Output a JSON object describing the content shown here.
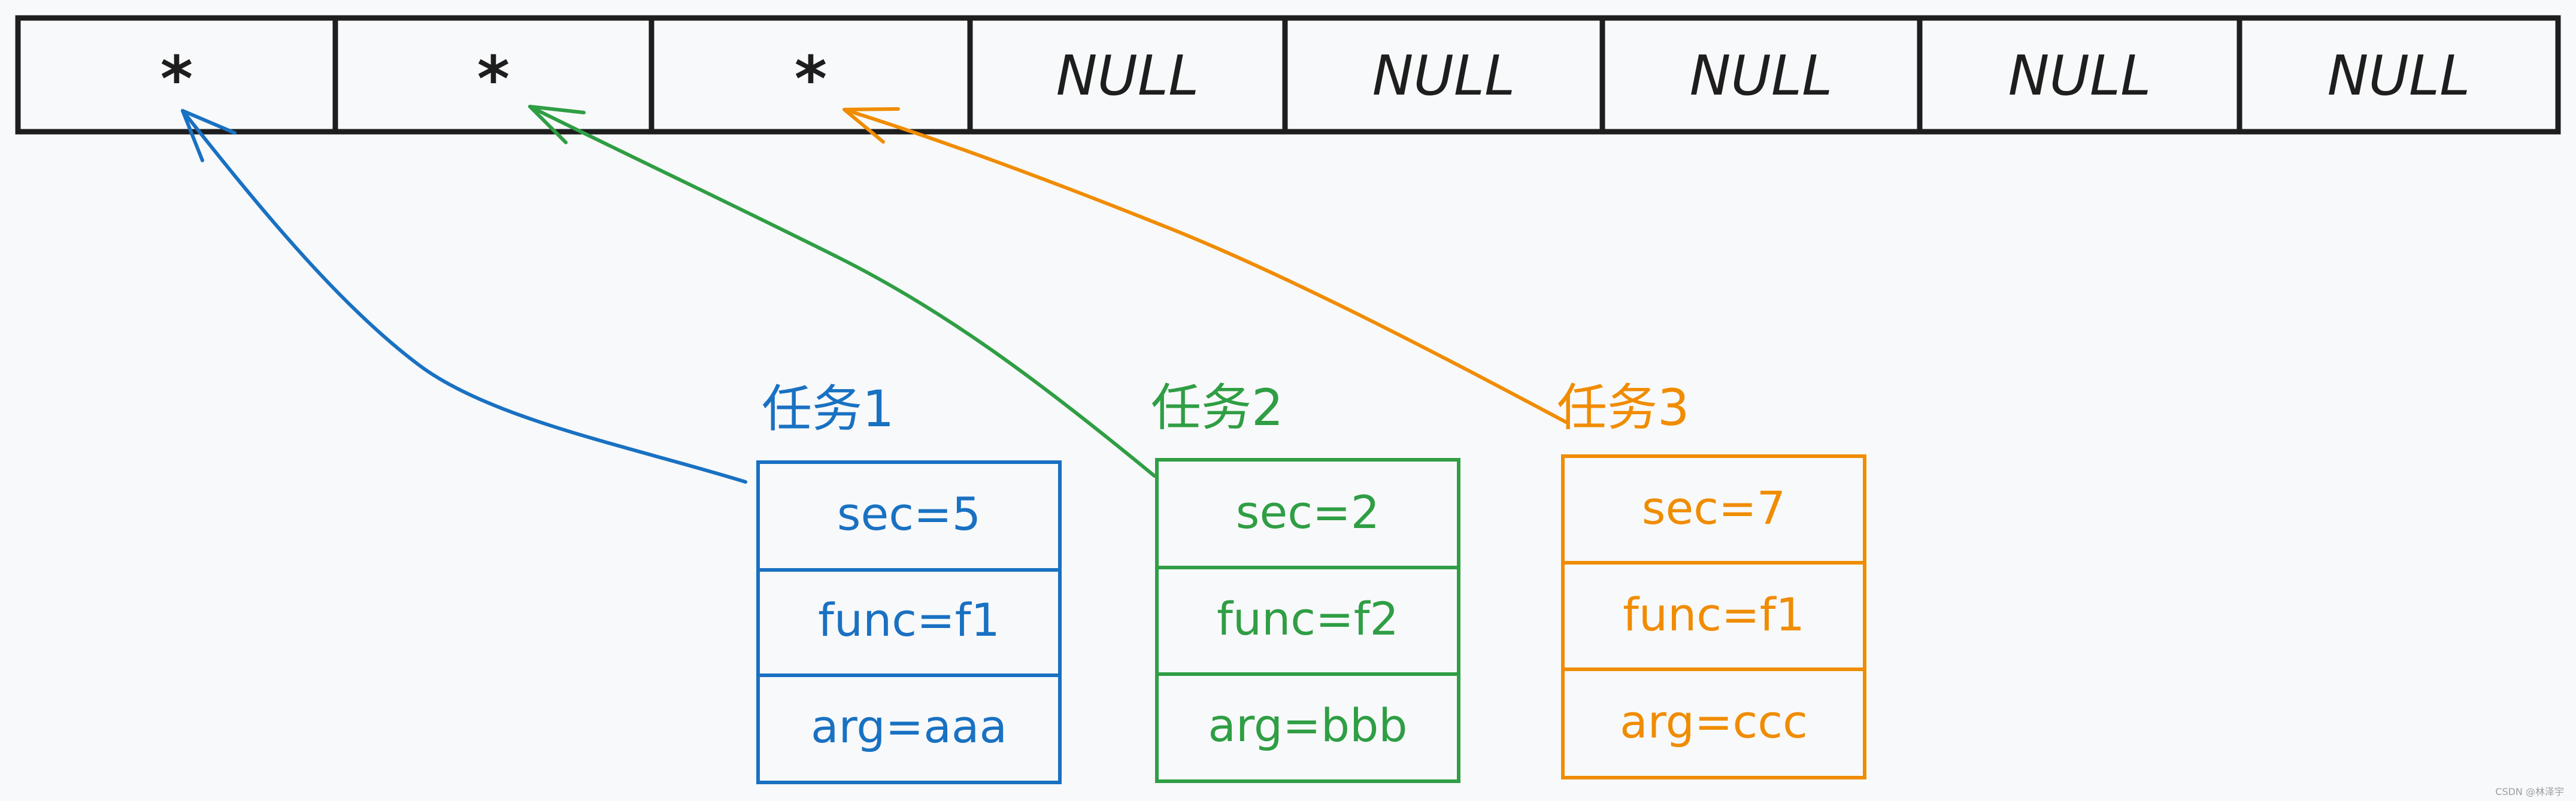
{
  "array": {
    "cells": [
      "*",
      "*",
      "*",
      "NULL",
      "NULL",
      "NULL",
      "NULL",
      "NULL"
    ]
  },
  "colors": {
    "background": "#f8f9fa",
    "array_stroke": "#1e1e1e",
    "task1": "#1971c2",
    "task2": "#2f9e44",
    "task3": "#f08c00"
  },
  "tasks": [
    {
      "title": "任务1",
      "fields": [
        "sec=5",
        "func=f1",
        "arg=aaa"
      ]
    },
    {
      "title": "任务2",
      "fields": [
        "sec=2",
        "func=f2",
        "arg=bbb"
      ]
    },
    {
      "title": "任务3",
      "fields": [
        "sec=7",
        "func=f1",
        "arg=ccc"
      ]
    }
  ],
  "watermark": "CSDN @林泽宇"
}
